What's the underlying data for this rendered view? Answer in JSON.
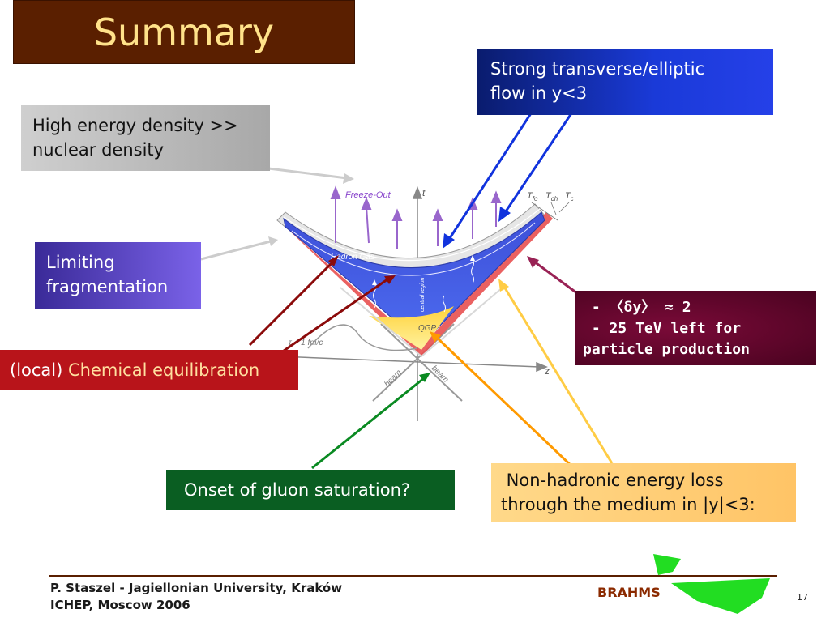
{
  "title": "Summary",
  "callouts": {
    "flow": [
      "Strong transverse/elliptic",
      "flow in y<3"
    ],
    "energy_density": [
      "High energy density >>",
      "nuclear density"
    ],
    "limiting": [
      "Limiting",
      "fragmentation"
    ],
    "chemical": {
      "prefix": "(local) ",
      "main": "Chemical equilibration"
    },
    "delta_y": [
      " - 〈δy〉 ≈ 2",
      " - 25 TeV left for",
      "particle production"
    ],
    "gluon": "Onset of gluon saturation?",
    "non_hadronic": [
      " Non-hadronic energy loss",
      "through the medium in |y|<3:"
    ]
  },
  "diagram": {
    "freeze_out": "Freeze-Out",
    "t_axis": "t",
    "z_axis": "z",
    "t_fo": "T",
    "t_fo_sub": "fo",
    "t_ch": "T",
    "t_ch_sub": "ch",
    "t_c": "T",
    "t_c_sub": "c",
    "hadron_gas": "Hadron Gas",
    "central_region": "central region",
    "qgp": "QGP",
    "tau": "τ ~ 1 fm/c",
    "beam_left": "beam",
    "beam_right": "beam"
  },
  "footer": {
    "author_line1": "P. Staszel - Jagiellonian University, Kraków",
    "author_line2": "ICHEP, Moscow 2006",
    "brand": "BRAHMS",
    "page": "17"
  },
  "colors": {
    "title_bg": "#5a1f00",
    "title_text": "#ffe28a",
    "flow_box": "#1a3ad8",
    "chem_box": "#b8141a",
    "gluon_box": "#0a5e22",
    "nonhad_box": "#ffc466",
    "dy_box": "#4a0320",
    "logo_green": "#22dd22"
  }
}
